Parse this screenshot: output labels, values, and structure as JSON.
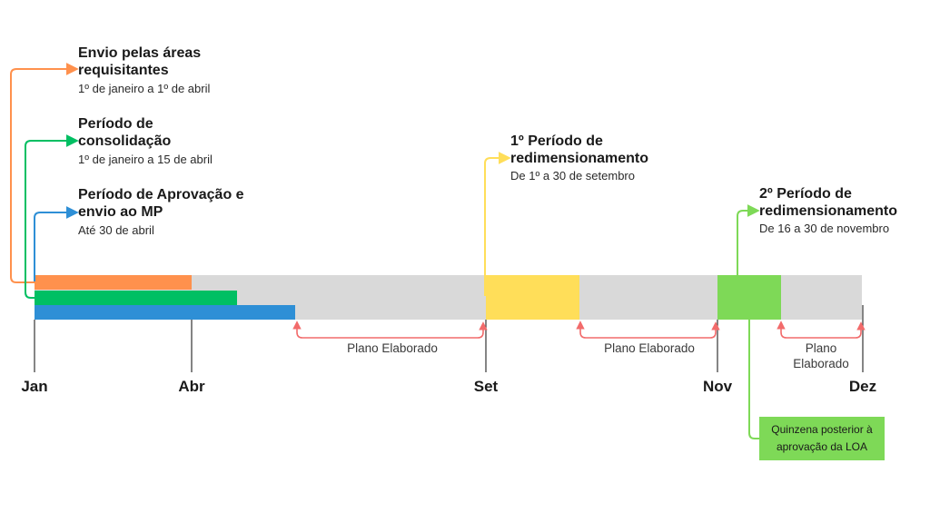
{
  "colors": {
    "track": "#d9d9d9",
    "orange": "#ff914d",
    "green": "#00bf63",
    "blue": "#2e8fd6",
    "yellow": "#ffde59",
    "lightgreen": "#7ed957",
    "red_arrow": "#f26b6b",
    "axis": "#333333"
  },
  "annotations": [
    {
      "id": "envio",
      "title_line1": "Envio pelas áreas",
      "title_line2": "requisitantes",
      "subtitle": "1º de janeiro a 1º de abril",
      "color": "orange"
    },
    {
      "id": "consolidacao",
      "title_line1": "Período de",
      "title_line2": "consolidação",
      "subtitle": "1º de janeiro a 15 de abril",
      "color": "green"
    },
    {
      "id": "aprovacao",
      "title_line1": "Período de Aprovação e",
      "title_line2": "envio ao MP",
      "subtitle": "Até 30 de abril",
      "color": "blue"
    },
    {
      "id": "redim1",
      "title_line1": "1º Período de",
      "title_line2": "redimensionamento",
      "subtitle": "De 1º a 30 de setembro",
      "color": "yellow"
    },
    {
      "id": "redim2",
      "title_line1": "2º Período de",
      "title_line2": "redimensionamento",
      "subtitle": "De 16 a 30 de novembro",
      "color": "lightgreen"
    }
  ],
  "months": [
    "Jan",
    "Abr",
    "Set",
    "Nov",
    "Dez"
  ],
  "gap_labels": {
    "gap1": "Plano Elaborado",
    "gap2": "Plano Elaborado",
    "gap3_line1": "Plano",
    "gap3_line2": "Elaborado"
  },
  "note": {
    "line1": "Quinzena posterior à",
    "line2": "aprovação da LOA"
  }
}
